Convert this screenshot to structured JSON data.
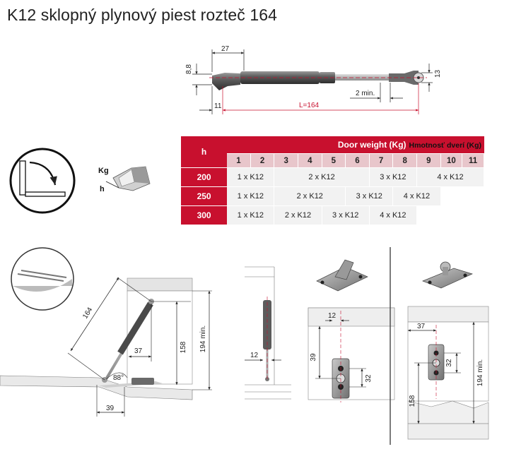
{
  "title": "K12 sklopný plynový piest rozteč 164",
  "top_drawing": {
    "dim_width": "27",
    "dim_height": "8,8",
    "dim_right": "13",
    "dim_min": "2 min.",
    "dim_left": "11",
    "dim_length": "L=164"
  },
  "icon_labels": {
    "kg": "Kg",
    "h": "h"
  },
  "table": {
    "h_label": "h",
    "header_title": "Door weight (Kg)",
    "header_sub": "Hmotnosť dverí (Kg)",
    "columns": [
      "1",
      "2",
      "3",
      "4",
      "5",
      "6",
      "7",
      "8",
      "9",
      "10",
      "11"
    ],
    "rows": [
      {
        "h": "200",
        "cells": [
          {
            "text": "1 x K12",
            "span": 2
          },
          {
            "text": "2 x K12",
            "span": 4
          },
          {
            "text": "3 x K12",
            "span": 2
          },
          {
            "text": "4 x K12",
            "span": 3
          }
        ]
      },
      {
        "h": "250",
        "cells": [
          {
            "text": "1 x K12",
            "span": 2
          },
          {
            "text": "2 x K12",
            "span": 3
          },
          {
            "text": "3 x K12",
            "span": 2
          },
          {
            "text": "4 x K12",
            "span": 2
          },
          {
            "text": "",
            "span": 2
          }
        ]
      },
      {
        "h": "300",
        "cells": [
          {
            "text": "1 x K12",
            "span": 2
          },
          {
            "text": "2 x K12",
            "span": 2
          },
          {
            "text": "3 x K12",
            "span": 2
          },
          {
            "text": "4 x K12",
            "span": 2
          },
          {
            "text": "",
            "span": 3
          }
        ]
      }
    ]
  },
  "bottom_drawing": {
    "dim_164": "164",
    "dim_37": "37",
    "dim_158": "158",
    "dim_194": "194 min.",
    "dim_88": "88°",
    "dim_39": "39"
  },
  "middle_drawing": {
    "dim_12": "12"
  },
  "bracket_drawing": {
    "dim_12": "12",
    "dim_39": "39",
    "dim_32": "32"
  },
  "right_drawing": {
    "dim_37": "37",
    "dim_32": "32",
    "dim_194": "194 min.",
    "dim_158": "158"
  },
  "colors": {
    "accent": "#c8102e",
    "table_light": "#e8c6cb",
    "cell_bg": "#f2f2f2",
    "metal": "#6b6b6b"
  }
}
